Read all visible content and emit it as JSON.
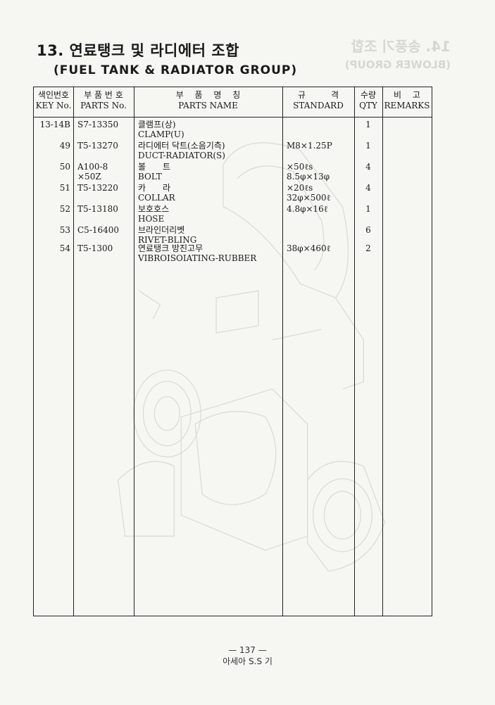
{
  "page": {
    "title_ko": "13. 연료탱크 및 라디에터 조합",
    "title_en": "(FUEL TANK & RADIATOR GROUP)",
    "ghost_title_ko": "14. 송풍기 조합",
    "ghost_title_en": "(BLOWER GROUP)"
  },
  "table": {
    "headers": {
      "key_ko": "색인번호",
      "key_en": "KEY No.",
      "parts_ko": "부 품 번 호",
      "parts_en": "PARTS No.",
      "name_ko": "부　 품　 명　 칭",
      "name_en": "PARTS NAME",
      "std_ko": "규　　　격",
      "std_en": "STANDARD",
      "qty_ko": "수량",
      "qty_en": "QTY",
      "remarks_ko": "비　 고",
      "remarks_en": "REMARKS"
    },
    "rows": [
      {
        "key": "13-14B",
        "part1": "S7-13350",
        "part2": "",
        "name_ko": "클램프(상)",
        "name_en": "CLAMP(U)",
        "std1": "",
        "std2": "",
        "qty": "1"
      },
      {
        "key": "49",
        "part1": "T5-13270",
        "part2": "",
        "name_ko": "라디에터 닥트(소음기측)",
        "name_en": "DUCT-RADIATOR(S)",
        "std1": "",
        "std2": "M8×1.25P",
        "qty": "1"
      },
      {
        "key": "50",
        "part1": "A100-8",
        "part2": "×50Z",
        "name_ko": "볼　　트",
        "name_en": "BOLT",
        "std1": "×50ℓs",
        "std2": "8.5φ×13φ",
        "qty": "4"
      },
      {
        "key": "51",
        "part1": "T5-13220",
        "part2": "",
        "name_ko": "카　　라",
        "name_en": "COLLAR",
        "std1": "×20ℓs",
        "std2": "32φ×500ℓ",
        "qty": "4"
      },
      {
        "key": "52",
        "part1": "T5-13180",
        "part2": "",
        "name_ko": "보호호스",
        "name_en": "HOSE",
        "std1": "",
        "std2": "4.8φ×16ℓ",
        "qty": "1"
      },
      {
        "key": "53",
        "part1": "C5-16400",
        "part2": "",
        "name_ko": "브라인더리벳",
        "name_en": "RIVET-BLING",
        "std1": "",
        "std2": "",
        "qty": "6"
      },
      {
        "key": "54",
        "part1": "T5-1300",
        "part2": "",
        "name_ko": "연료탱크 방진고무",
        "name_en": "VIBROISOIATING-RUBBER",
        "std1": "38φ×460ℓ",
        "std2": "",
        "qty": "2"
      }
    ]
  },
  "footer": {
    "page_number": "— 137 —",
    "publisher": "아세아 S.S 기"
  }
}
